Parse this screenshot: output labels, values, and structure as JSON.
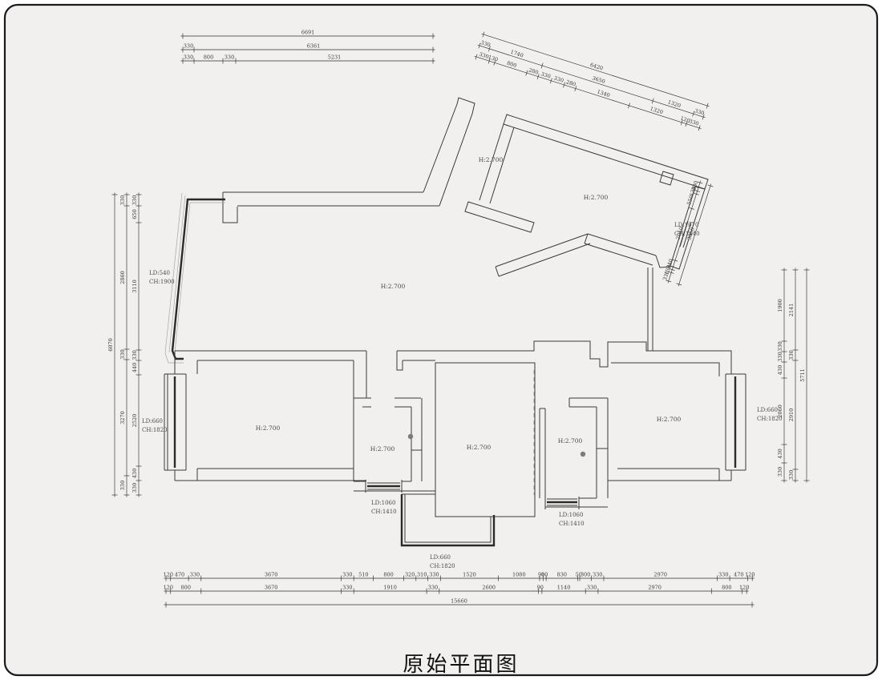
{
  "title": "原始平面图",
  "rooms": [
    "H:2.700",
    "H:2.700",
    "H:2.700",
    "H:2.700",
    "H:2.700",
    "H:2.700",
    "H:2.700",
    "H:2.700"
  ],
  "openings": [
    {
      "ld": "LD:540",
      "ch": "CH:1900"
    },
    {
      "ld": "LD:1070",
      "ch": "CH:1440"
    },
    {
      "ld": "LD:660",
      "ch": "CH:1820"
    },
    {
      "ld": "LD:660",
      "ch": "CH:1820"
    },
    {
      "ld": "LD:1060",
      "ch": "CH:1410"
    },
    {
      "ld": "LD:1060",
      "ch": "CH:1410"
    },
    {
      "ld": "LD:660",
      "ch": "CH:1820"
    }
  ],
  "dims": {
    "top1": [
      "6691"
    ],
    "top2": [
      "330",
      "6361"
    ],
    "top3": [
      "330",
      "800",
      "330",
      "5231"
    ],
    "diag1": [
      "6420"
    ],
    "diag2": [
      "330",
      "1740",
      "3650",
      "1320",
      "330"
    ],
    "diag3": [
      "330",
      "130",
      "800",
      "280",
      "330",
      "330",
      "280",
      "1340",
      "1320",
      "120",
      "330"
    ],
    "rdiag_inner": [
      "330",
      "130",
      "550",
      "2010",
      "340",
      "130",
      "330"
    ],
    "rdiag_outer": [
      "3650"
    ],
    "left_outer": [
      "6070"
    ],
    "left_mid": [
      "330",
      "2860",
      "330",
      "3270",
      "330"
    ],
    "left_inner": [
      "330",
      "650",
      "3110",
      "330",
      "440",
      "2520",
      "430",
      "330"
    ],
    "right_outer": [
      "5711"
    ],
    "right_mid": [
      "2141",
      "330",
      "2910",
      "330"
    ],
    "right_inner": [
      "1900",
      "330",
      "330",
      "430",
      "2060",
      "430",
      "330"
    ],
    "bottom1": [
      "120",
      "470",
      "330",
      "3670",
      "330",
      "510",
      "800",
      "320",
      "310",
      "330",
      "1520",
      "1080",
      "90",
      "80",
      "830",
      "50",
      "300",
      "330",
      "2970",
      "330",
      "470",
      "120"
    ],
    "bottom2": [
      "120",
      "800",
      "3670",
      "330",
      "1910",
      "330",
      "2600",
      "90",
      "1140",
      "330",
      "2970",
      "800",
      "120"
    ],
    "bottom3": [
      "15660"
    ]
  }
}
